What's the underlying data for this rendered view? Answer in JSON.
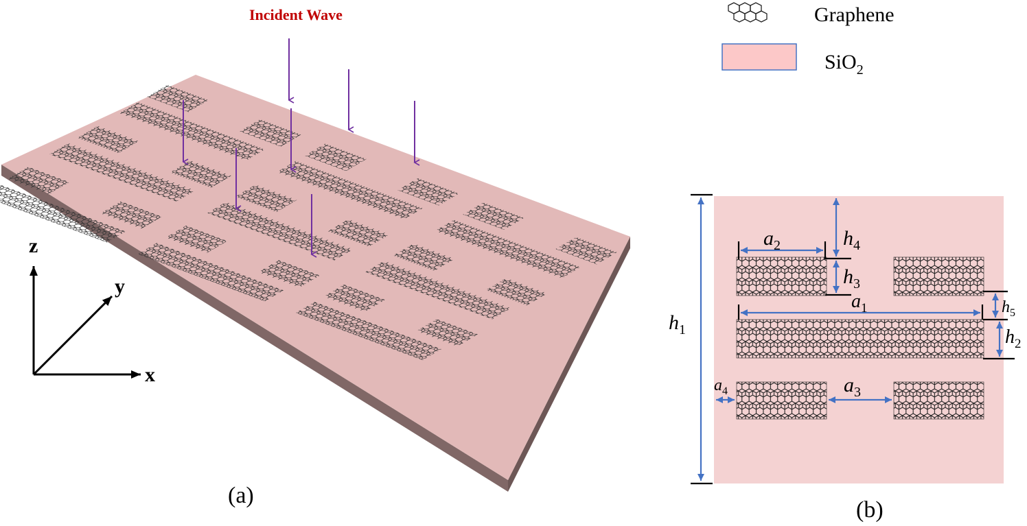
{
  "labels": {
    "incident_wave": "Incident Wave",
    "legend_graphene": "Graphene",
    "legend_sio2": "SiO",
    "legend_sio2_sub": "2",
    "axis_z": "z",
    "axis_y": "y",
    "axis_x": "x",
    "panel_a": "(a)",
    "panel_b": "(b)"
  },
  "dimensions": {
    "h1": {
      "var": "h",
      "sub": "1"
    },
    "h2": {
      "var": "h",
      "sub": "2"
    },
    "h3": {
      "var": "h",
      "sub": "3"
    },
    "h4": {
      "var": "h",
      "sub": "4"
    },
    "h5": {
      "var": "h",
      "sub": "5"
    },
    "a1": {
      "var": "a",
      "sub": "1"
    },
    "a2": {
      "var": "a",
      "sub": "2"
    },
    "a3": {
      "var": "a",
      "sub": "3"
    },
    "a4": {
      "var": "a",
      "sub": "4"
    }
  },
  "colors": {
    "substrate_top": "#e2b9b8",
    "substrate_side": "#806766",
    "unit_cell": "#f4d2d2",
    "legend_sio2": "#fcc8c8",
    "legend_border": "#4472c4",
    "arrow_wave": "#7030a0",
    "title_red": "#c00000",
    "dim_arrow": "#4472c4",
    "hex_stroke": "#222222"
  }
}
